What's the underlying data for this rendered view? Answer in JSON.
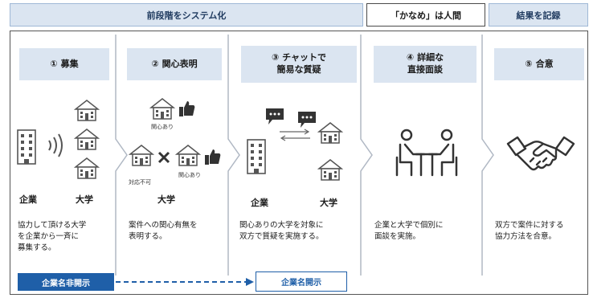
{
  "headers": {
    "system": "前段階をシステム化",
    "human": "「かなめ」は人間",
    "record": "結果を記録"
  },
  "steps": [
    {
      "title": "① 募集",
      "labels": [
        "企業",
        "大学"
      ],
      "desc": [
        "協力して頂ける大学",
        "を企業から一斉に",
        "募集する。"
      ]
    },
    {
      "title": "② 関心表明",
      "labels": [
        "大学"
      ],
      "small": {
        "interest_top": "関心あり",
        "interest_right": "関心あり",
        "not_possible": "対応不可"
      },
      "desc": [
        "案件への関心有無を",
        "表明する。"
      ]
    },
    {
      "title_lines": [
        "③ チャットで",
        "簡易な質疑"
      ],
      "labels": [
        "企業",
        "大学"
      ],
      "desc": [
        "関心ありの大学を対象に",
        "双方で質疑を実施する。"
      ]
    },
    {
      "title_lines": [
        "④ 詳細な",
        "直接面談"
      ],
      "desc": [
        "企業と大学で個別に",
        "面談を実施。"
      ]
    },
    {
      "title": "⑤ 合意",
      "desc": [
        "双方で案件に対する",
        "協力方法を合意。"
      ]
    }
  ],
  "badges": {
    "hidden": "企業名非開示",
    "shown": "企業名開示"
  },
  "colors": {
    "header_fill": "#dbe5f1",
    "accent_blue": "#1f5fa8",
    "chevron_line": "#b0b8c4",
    "icon_gray": "#555555"
  }
}
